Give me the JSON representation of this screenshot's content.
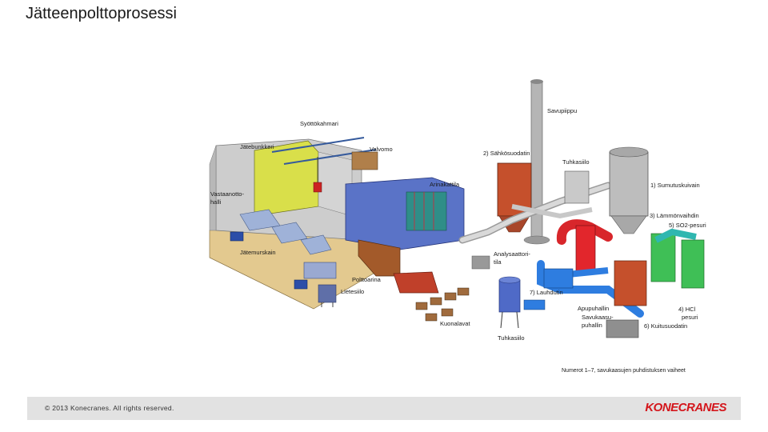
{
  "slide": {
    "title": "Jätteenpolttoprosessi",
    "copyright": "© 2013 Konecranes. All rights reserved.",
    "brand": "KONECRANES"
  },
  "diagram": {
    "labels": {
      "savupiippu": "Savupiippu",
      "syottokahmari": "Syöttökahmari",
      "jatebunkkeri": "Jätebunkkeri",
      "valvomo": "Valvomo",
      "sahkosuodatin": "2) Sähkösuodatin",
      "tuhkasiilo_top": "Tuhkasiilo",
      "sumutuskuivain": "1) Sumutuskuivain",
      "vastaanottohalli_1": "Vastaanotto-",
      "vastaanottohalli_2": "halli",
      "arinakattila": "Arinakattila",
      "lammonvaihdin": "3) Lämmönvaihdin",
      "so2_pesuri": "5) SO2-pesuri",
      "jatemurskain": "Jätemurskain",
      "analysaattori_1": "Analysaattori-",
      "analysaattori_2": "tila",
      "polttoarina": "Polttoarina",
      "lietesiilo": "Lietesiilo",
      "lauhdutin": "7) Lauhdutin",
      "apupuhallin": "Apupuhallin",
      "savukaasupuhallin_1": "Savukaasu-",
      "savukaasupuhallin_2": "puhallin",
      "hcl_pesuri_1": "4) HCl",
      "hcl_pesuri_2": "pesuri",
      "kuitusuodatin": "6) Kuitusuodatin",
      "kuonalavat": "Kuonalavat",
      "tuhkasiilo_bottom": "Tuhkasiilo"
    },
    "note": "Numerot 1–7, savukaasujen puhdistuksen vaiheet"
  },
  "colors": {
    "floor": "#e3c98f",
    "wall": "#c9c9c9",
    "bunker": "#d9df4a",
    "boiler": "#5a73c7",
    "filter_red": "#c5502c",
    "duct_red": "#d8262b",
    "duct_blue": "#2e7de0",
    "scrubber_green": "#3fbf56",
    "silo_gray": "#bdbdbd",
    "brand_red": "#d4161c"
  }
}
